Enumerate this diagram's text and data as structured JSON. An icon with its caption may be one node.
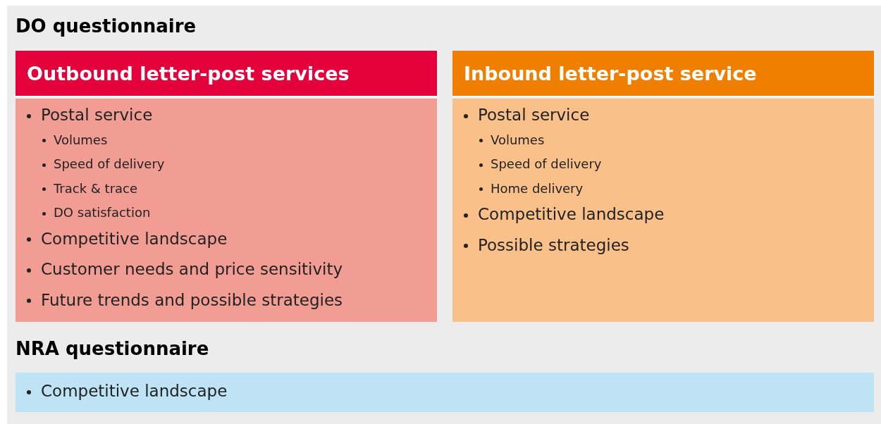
{
  "diagram": {
    "nodes": [
      {
        "text": [
          "DO questionnaire",
          "NRA questionnaire"
        ]
      },
      {
        "text": [
          "Outbound letter-post services",
          "Postal service",
          "Volumes",
          "Speed of delivery",
          "Track & trace",
          "DO satisfaction",
          "Competitive landscape",
          "Customer needs and price sensitivity",
          "Future trends and possible strategies"
        ],
        "in": 0
      },
      {
        "text": [
          "Inbound letter-post service",
          "Postal service",
          "Volumes",
          "Speed of delivery",
          "Home delivery",
          "Competitive landscape",
          "Possible strategies"
        ],
        "in": 0
      },
      {
        "text": [
          "Competitive landscape"
        ],
        "in": 0
      }
    ]
  }
}
